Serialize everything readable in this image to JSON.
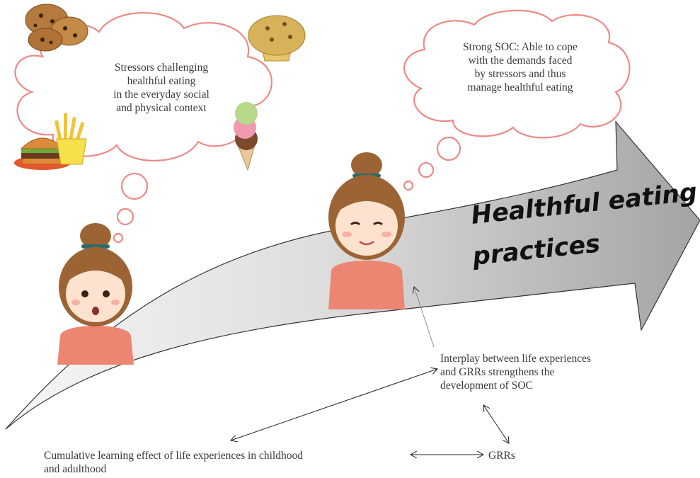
{
  "bubble_stress": {
    "lines": [
      "Stressors challenging",
      "healthful eating",
      "in the everyday social",
      "and physical context"
    ]
  },
  "bubble_soc": {
    "lines": [
      "Strong SOC: Able to cope",
      "with the demands faced",
      "by stressors and thus",
      "manage healthful eating"
    ]
  },
  "arrow_label": {
    "line1": "Healthful eating",
    "line2": "practices"
  },
  "interplay": {
    "lines": [
      "Interplay between life experiences",
      "and GRRs strengthens the",
      "development of SOC"
    ]
  },
  "cumulative": {
    "lines": [
      "Cumulative learning effect of life experiences in childhood",
      "and adulthood"
    ]
  },
  "grrs": {
    "label": "GRRs"
  },
  "colors": {
    "bubble_outline": "#ec8a86",
    "arrow_fill_light": "#f4f4f4",
    "arrow_fill_dark": "#a9a9a9",
    "hair": "#9c6434",
    "top": "#ec8672",
    "skin": "#fde3cf"
  },
  "icons": [
    "cookies-icon",
    "muffin-icon",
    "burger-icon",
    "fries-icon",
    "ice-cream-icon",
    "woman-surprised-icon",
    "woman-smiling-icon"
  ]
}
